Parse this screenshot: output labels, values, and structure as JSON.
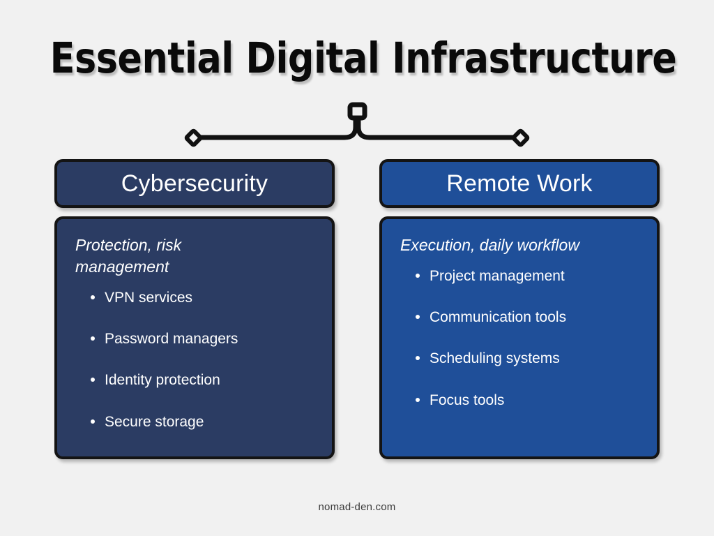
{
  "page": {
    "title": "Essential Digital Infrastructure",
    "background_color": "#f1f1f1",
    "footer": "nomad-den.com"
  },
  "connector": {
    "node_icon": "square-node-icon",
    "left_endpoint_icon": "diamond-endpoint-icon",
    "right_endpoint_icon": "diamond-endpoint-icon",
    "line_color": "#111111"
  },
  "columns": [
    {
      "id": "cybersecurity",
      "header": "Cybersecurity",
      "subtitle": "Protection, risk management",
      "header_color": "#2b3c63",
      "body_color": "#2b3c63",
      "border_color": "#141414",
      "text_color": "#ffffff",
      "bullets": [
        "VPN services",
        "Password managers",
        "Identity protection",
        "Secure storage"
      ]
    },
    {
      "id": "remote-work",
      "header": "Remote Work",
      "subtitle": "Execution, daily workflow",
      "header_color": "#1f4f99",
      "body_color": "#1f4f99",
      "border_color": "#141414",
      "text_color": "#ffffff",
      "bullets": [
        "Project management",
        "Communication tools",
        "Scheduling systems",
        "Focus tools"
      ]
    }
  ]
}
